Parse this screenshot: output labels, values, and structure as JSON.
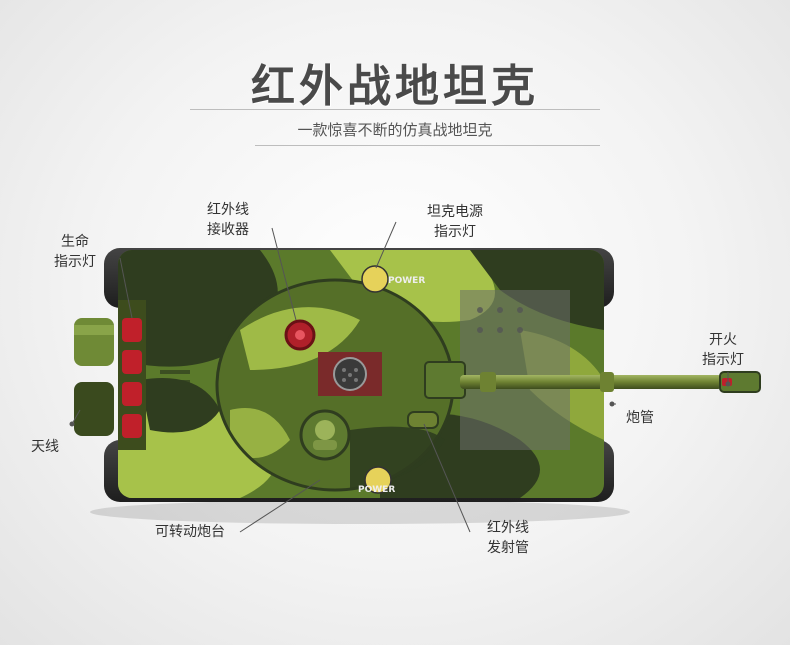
{
  "header": {
    "title": "红外战地坦克",
    "subtitle": "一款惊喜不断的仿真战地坦克"
  },
  "labels": {
    "life_indicator": [
      "生命",
      "指示灯"
    ],
    "ir_receiver": [
      "红外线",
      "接收器"
    ],
    "power_indicator": [
      "坦克电源",
      "指示灯"
    ],
    "fire_indicator": [
      "开火",
      "指示灯"
    ],
    "barrel": "炮管",
    "antenna": "天线",
    "turret": "可转动炮台",
    "ir_emitter": [
      "红外线",
      "发射管"
    ]
  },
  "tank_markings": {
    "power_top": "POWER",
    "power_bottom": "POWER"
  },
  "colors": {
    "camo_dark": "#2f3d1f",
    "camo_olive": "#5b7a2b",
    "camo_light": "#a7c24a",
    "track": "#2b2b2b",
    "indicator_red": "#c0202a"
  }
}
